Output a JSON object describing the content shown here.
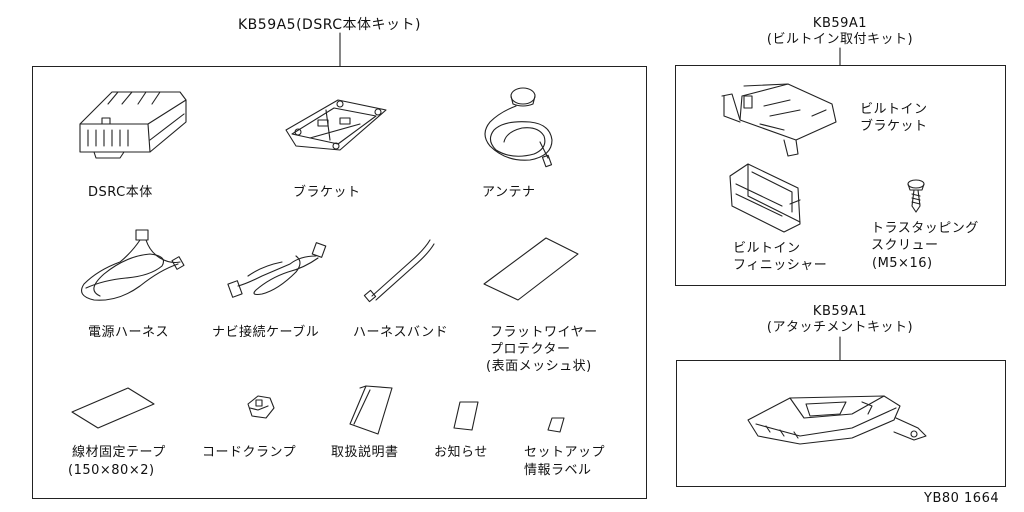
{
  "main_kit": {
    "title": "KB59A5(DSRC本体キット)",
    "items": {
      "dsrc_unit": "DSRC本体",
      "bracket": "ブラケット",
      "antenna": "アンテナ",
      "power_harness": "電源ハーネス",
      "navi_cable": "ナビ接続ケーブル",
      "harness_band": "ハーネスバンド",
      "flat_wire_protector_1": "フラットワイヤー",
      "flat_wire_protector_2": "プロテクター",
      "flat_wire_protector_3": "(表面メッシュ状)",
      "wire_tape_1": "線材固定テープ",
      "wire_tape_2": "(150×80×2)",
      "cord_clamp": "コードクランプ",
      "manual": "取扱説明書",
      "notice": "お知らせ",
      "setup_label_1": "セットアップ",
      "setup_label_2": "情報ラベル"
    }
  },
  "builtin_kit": {
    "code": "KB59A1",
    "subtitle": "(ビルトイン取付キット)",
    "items": {
      "builtin_bracket_1": "ビルトイン",
      "builtin_bracket_2": "ブラケット",
      "finisher_1": "ビルトイン",
      "finisher_2": "フィニッシャー",
      "screw_1": "トラスタッピング",
      "screw_2": "スクリュー",
      "screw_3": "(M5×16)"
    }
  },
  "attachment_kit": {
    "code": "KB59A1",
    "subtitle": "(アタッチメントキット)"
  },
  "figure_id": "YB80 1664"
}
